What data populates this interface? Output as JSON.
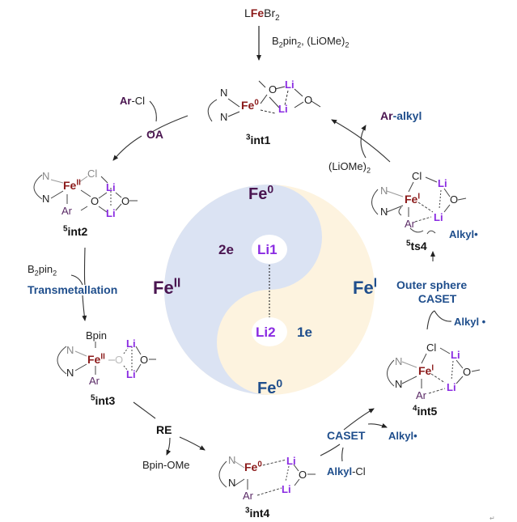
{
  "colors": {
    "blue_half": "#dbe3f3",
    "cream_half": "#fdf3df",
    "fe_red": "#8b1a1a",
    "li_purple": "#8a2be2",
    "label_blue": "#1f4e8c",
    "label_dark": "#4a1550"
  },
  "start": {
    "precursor_L": "L",
    "precursor_Fe": "Fe",
    "precursor_Br": "Br",
    "precursor_sub": "2",
    "reagents": "B",
    "reagents_sub1": "2",
    "reagents_mid": "pin",
    "reagents_sub2": "2",
    "reagents_tail": ", (LiOMe)",
    "reagents_sub3": "2"
  },
  "center": {
    "top_fe": "Fe",
    "top_fe_sup": "0",
    "bottom_fe": "Fe",
    "bottom_fe_sup": "0",
    "left_fe": "Fe",
    "left_fe_sup": "II",
    "right_fe": "Fe",
    "right_fe_sup": "I",
    "two_e": "2e",
    "one_e": "1e",
    "li1": "Li1",
    "li2": "Li2"
  },
  "steps": {
    "oa": "OA",
    "ar_cl_ar": "Ar",
    "ar_cl_cl": "-Cl",
    "b2pin2": "B",
    "b2pin2_sub1": "2",
    "b2pin2_mid": "pin",
    "b2pin2_sub2": "2",
    "transmetallation": "Transmetallation",
    "re": "RE",
    "bpin_ome": "Bpin-OMe",
    "caset": "CASET",
    "alkyl_radical": "Alkyl•",
    "alkyl_cl_alkyl": "Alkyl",
    "alkyl_cl_cl": "-Cl",
    "outer_sphere_1": "Outer sphere",
    "outer_sphere_2": "CASET",
    "alkyl_radical_2": "Alkyl •",
    "alkyl_radical_3": "Alkyl•",
    "product_ar": "Ar",
    "product_alkyl": "-alkyl",
    "liome": "(LiOMe)",
    "liome_sub": "2"
  },
  "intermediates": {
    "int1": {
      "mult": "3",
      "name": "int1",
      "fe_ox": "0"
    },
    "int2": {
      "mult": "5",
      "name": "int2",
      "fe_ox": "II"
    },
    "int3": {
      "mult": "5",
      "name": "int3",
      "fe_ox": "II"
    },
    "int4": {
      "mult": "3",
      "name": "int4",
      "fe_ox": "0"
    },
    "int5": {
      "mult": "4",
      "name": "int5",
      "fe_ox": "I"
    },
    "ts4": {
      "mult": "5",
      "name": "ts4",
      "fe_ox": "I"
    }
  },
  "atoms": {
    "N": "N",
    "Fe": "Fe",
    "Li": "Li",
    "O": "O",
    "Cl": "Cl",
    "Ar": "Ar",
    "Bpin": "Bpin"
  },
  "corner_mark": "↵"
}
